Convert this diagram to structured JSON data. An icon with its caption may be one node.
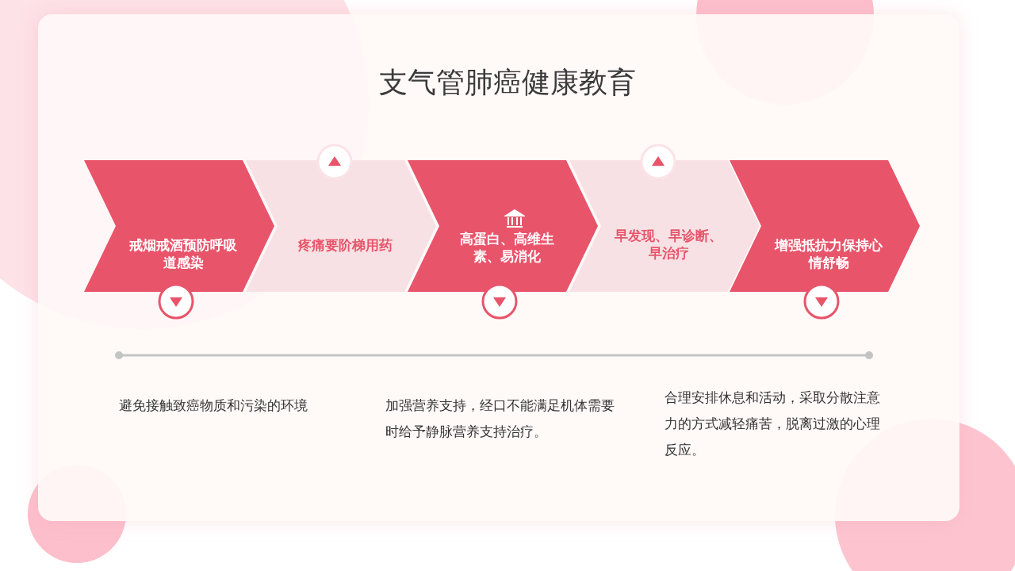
{
  "diagram": {
    "title": "支气管肺癌健康教育",
    "nodes": [
      {
        "text": [
          "戒烟戒酒预防呼吸道感染"
        ]
      },
      {
        "text": [
          "疼痛要阶梯用药"
        ]
      },
      {
        "text": [
          "高蛋白、高维生素、易消化"
        ]
      },
      {
        "text": [
          "早发现、早诊断、早治疗"
        ]
      },
      {
        "text": [
          "增强抵抗力保持心情舒畅"
        ]
      }
    ],
    "labels": [
      "避免接触致癌物质和污染的环境",
      "加强营养支持，经口不能满足机体需要时给予静脉营养支持治疗。",
      "合理安排休息和活动，采取分散注意力的方式减轻痛苦，脱离过激的心理反应。"
    ]
  }
}
